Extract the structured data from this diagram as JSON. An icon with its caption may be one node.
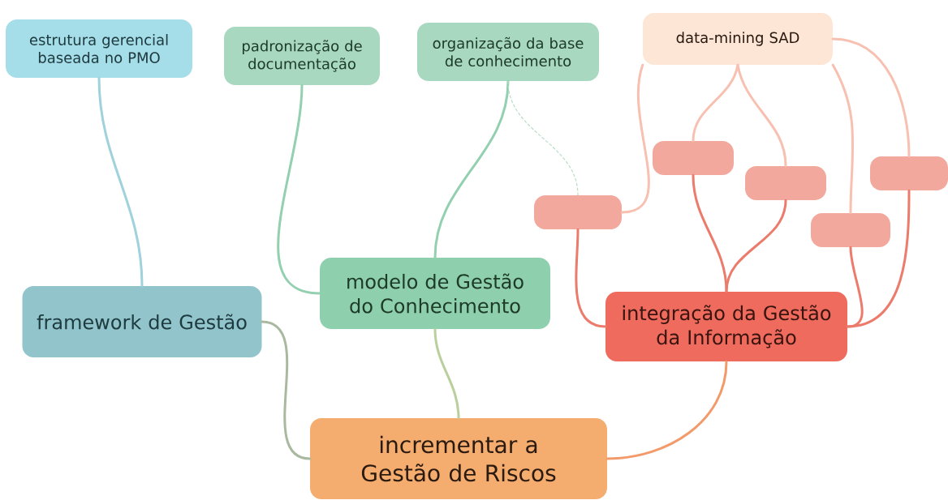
{
  "diagram": {
    "nodes": [
      {
        "text": [
          "framework de Gestão"
        ]
      },
      {
        "text": [
          "estrutura gerencial baseada no PMO"
        ]
      },
      {
        "text": [
          "modelo de Gestão do Conhecimento"
        ]
      },
      {
        "text": [
          "padronização de documentação"
        ]
      },
      {
        "text": [
          "organização da base de conhecimento"
        ]
      },
      {
        "text": [
          "integração da Gestão da Informação"
        ]
      },
      {
        "text": [
          "data-mining SAD"
        ]
      },
      {
        "text": [],
        "shape": "box"
      },
      {
        "text": [],
        "shape": "box"
      },
      {
        "text": [],
        "shape": "box"
      },
      {
        "text": [],
        "shape": "box"
      },
      {
        "text": [],
        "shape": "box"
      },
      {
        "text": [
          "incrementar a Gestão de Riscos"
        ]
      }
    ],
    "edges": [
      {
        "from": 12,
        "to": 0,
        "arrow": "none",
        "color": "#a9b9a0"
      },
      {
        "from": 12,
        "to": 2,
        "arrow": "none",
        "color": "#b9cf9c"
      },
      {
        "from": 12,
        "to": 5,
        "arrow": "none",
        "color": "#f39a6a"
      },
      {
        "from": 0,
        "to": 1,
        "arrow": "none",
        "color": "#9fd2dc"
      },
      {
        "from": 2,
        "to": 3,
        "arrow": "none",
        "color": "#93d0b0"
      },
      {
        "from": 2,
        "to": 4,
        "arrow": "none",
        "color": "#93d0b0"
      },
      {
        "from": 4,
        "to": 7,
        "arrow": "none",
        "style": "dashed",
        "color": "#b8ddc4"
      },
      {
        "from": 5,
        "to": 7,
        "arrow": "none",
        "color": "#ec7b6c"
      },
      {
        "from": 5,
        "to": 8,
        "arrow": "none",
        "color": "#ec7b6c"
      },
      {
        "from": 5,
        "to": 9,
        "arrow": "none",
        "color": "#ec7b6c"
      },
      {
        "from": 5,
        "to": 10,
        "arrow": "none",
        "color": "#ec7b6c"
      },
      {
        "from": 5,
        "to": 11,
        "arrow": "none",
        "color": "#ec7b6c"
      },
      {
        "from": 6,
        "to": 7,
        "arrow": "none",
        "color": "#f7c0b0"
      },
      {
        "from": 6,
        "to": 8,
        "arrow": "none",
        "color": "#f7c0b0"
      },
      {
        "from": 6,
        "to": 9,
        "arrow": "none",
        "color": "#f7c0b0"
      },
      {
        "from": 6,
        "to": 10,
        "arrow": "none",
        "color": "#f7c0b0"
      },
      {
        "from": 6,
        "to": 11,
        "arrow": "none",
        "color": "#f7c0b0"
      }
    ]
  }
}
